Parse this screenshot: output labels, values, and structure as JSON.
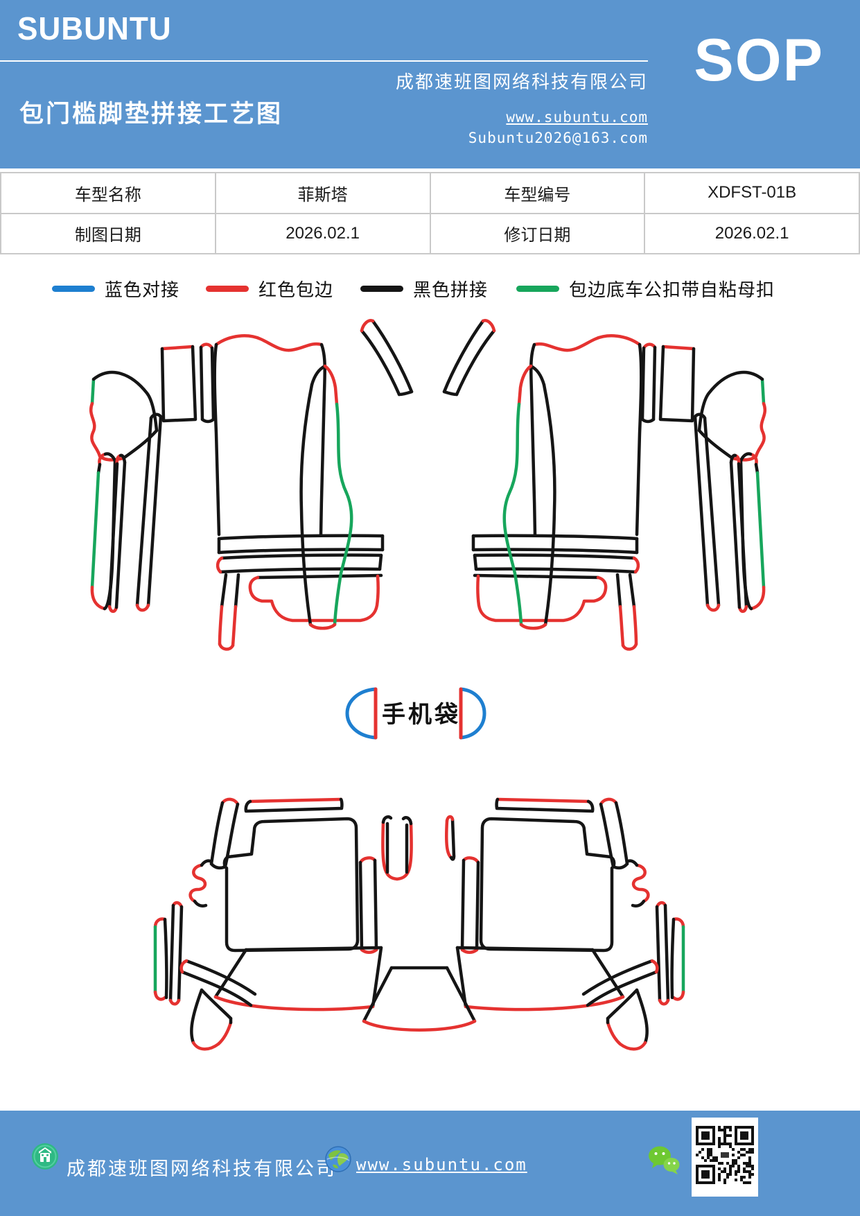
{
  "header": {
    "logo_text": "SUBUNTU",
    "doc_title": "包门槛脚垫拼接工艺图",
    "company_name": "成都速班图网络科技有限公司",
    "website": "www.subuntu.com",
    "email": "Subuntu2026@163.com",
    "sop_label": "SOP"
  },
  "info_table": {
    "r1c1": "车型名称",
    "r1c2": "菲斯塔",
    "r1c3": "车型编号",
    "r1c4": "XDFST-01B",
    "r2c1": "制图日期",
    "r2c2": "2026.02.1",
    "r2c3": "修订日期",
    "r2c4": "2026.02.1"
  },
  "legend": {
    "items": [
      {
        "label": "蓝色对接",
        "color": "#1E7FD0"
      },
      {
        "label": "红色包边",
        "color": "#E53230"
      },
      {
        "label": "黑色拼接",
        "color": "#151515"
      },
      {
        "label": "包边底车公扣带自粘母扣",
        "color": "#17A65C"
      }
    ]
  },
  "diagram": {
    "phone_bag_label": "手机袋",
    "colors": {
      "blue_butt_joint": "#1E7FD0",
      "red_edging": "#E53230",
      "black_splice": "#151515",
      "green_male_buckle": "#17A65C"
    }
  },
  "footer": {
    "company_name": "成都速班图网络科技有限公司",
    "website": "www.subuntu.com"
  },
  "icons": {
    "building": "building-icon",
    "globe": "globe-icon",
    "wechat": "wechat-icon",
    "qr": "qr-code"
  },
  "brand_color": "#5B95CF"
}
